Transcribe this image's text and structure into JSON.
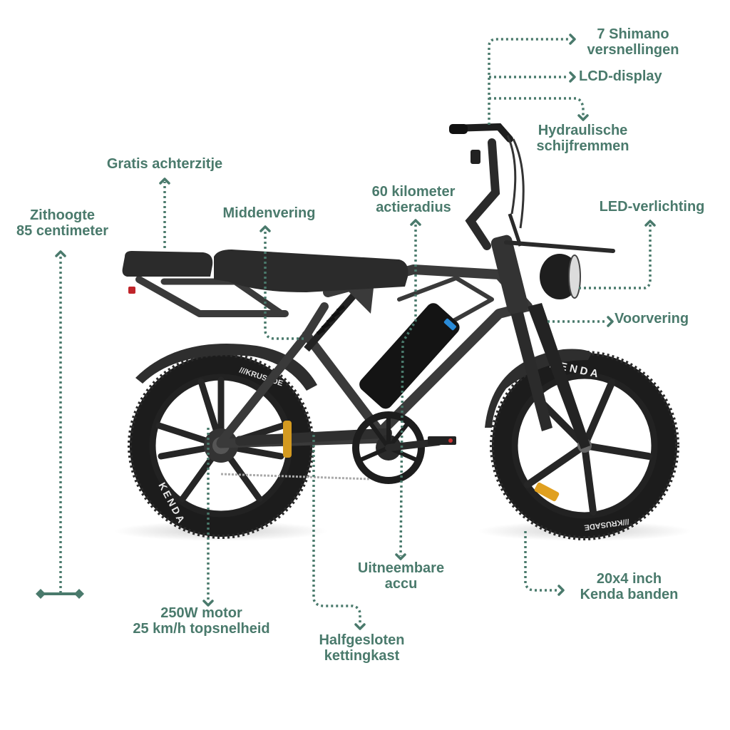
{
  "accent_color": "#4a7a6c",
  "image": {
    "subject": "Fat-tire electric bike (side view) with feature annotations",
    "tire_brand_text": [
      "KENDA",
      "KRUSADE"
    ]
  },
  "annotations": [
    {
      "id": "gears",
      "lines": [
        "7 Shimano",
        "versnellingen"
      ]
    },
    {
      "id": "lcd",
      "lines": [
        "LCD-display"
      ]
    },
    {
      "id": "brakes",
      "lines": [
        "Hydraulische",
        "schijfremmen"
      ]
    },
    {
      "id": "rear-seat",
      "lines": [
        "Gratis achterzitje"
      ]
    },
    {
      "id": "range",
      "lines": [
        "60 kilometer",
        "actieradius"
      ]
    },
    {
      "id": "seat-height",
      "lines": [
        "Zithoogte",
        "85 centimeter"
      ]
    },
    {
      "id": "mid-suspension",
      "lines": [
        "Middenvering"
      ]
    },
    {
      "id": "led",
      "lines": [
        "LED-verlichting"
      ]
    },
    {
      "id": "front-suspension",
      "lines": [
        "Voorvering"
      ]
    },
    {
      "id": "motor",
      "lines": [
        "250W motor",
        "25 km/h topsnelheid"
      ]
    },
    {
      "id": "battery",
      "lines": [
        "Uitneembare",
        "accu"
      ]
    },
    {
      "id": "tires",
      "lines": [
        "20x4 inch",
        "Kenda banden"
      ]
    },
    {
      "id": "chain-guard",
      "lines": [
        "Halfgesloten",
        "kettingkast"
      ]
    }
  ]
}
